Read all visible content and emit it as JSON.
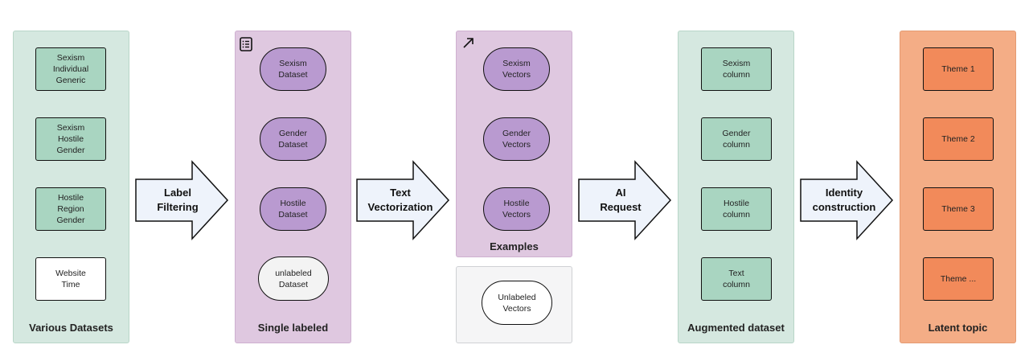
{
  "columns": {
    "datasets": {
      "title": "Various Datasets",
      "nodes": [
        "Sexism\nIndividual\nGeneric",
        "Sexism\nHostile\nGender",
        "Hostile\nRegion\nGender",
        "Website\nTime"
      ]
    },
    "single": {
      "title": "Single labeled",
      "nodes": [
        "Sexism\nDataset",
        "Gender\nDataset",
        "Hostile\nDataset",
        "unlabeled\nDataset"
      ]
    },
    "examples": {
      "title": "Examples",
      "nodes": [
        "Sexism\nVectors",
        "Gender\nVectors",
        "Hostile\nVectors"
      ]
    },
    "unlabeled": {
      "nodes": [
        "Unlabeled\nVectors"
      ]
    },
    "augmented": {
      "title": "Augmented dataset",
      "nodes": [
        "Sexism\ncolumn",
        "Gender\ncolumn",
        "Hostile\ncolumn",
        "Text\ncolumn"
      ]
    },
    "latent": {
      "title": "Latent topic",
      "nodes": [
        "Theme 1",
        "Theme 2",
        "Theme 3",
        "Theme ..."
      ]
    }
  },
  "arrows": [
    {
      "line1": "Label",
      "line2": "Filtering"
    },
    {
      "line1": "Text",
      "line2": "Vectorization"
    },
    {
      "line1": "AI",
      "line2": "Request"
    },
    {
      "line1": "Identity",
      "line2": "construction"
    }
  ],
  "icons": {
    "single": "list-icon",
    "examples": "arrow-up-right-icon"
  },
  "colors": {
    "panel_green": "#d5e8e0",
    "panel_purple": "#dfc8e0",
    "panel_orange": "#f4ad86",
    "node_green": "#a9d5c1",
    "node_purple": "#b99ad0",
    "node_orange": "#f28a5a",
    "arrow_fill": "#eef3fb"
  }
}
